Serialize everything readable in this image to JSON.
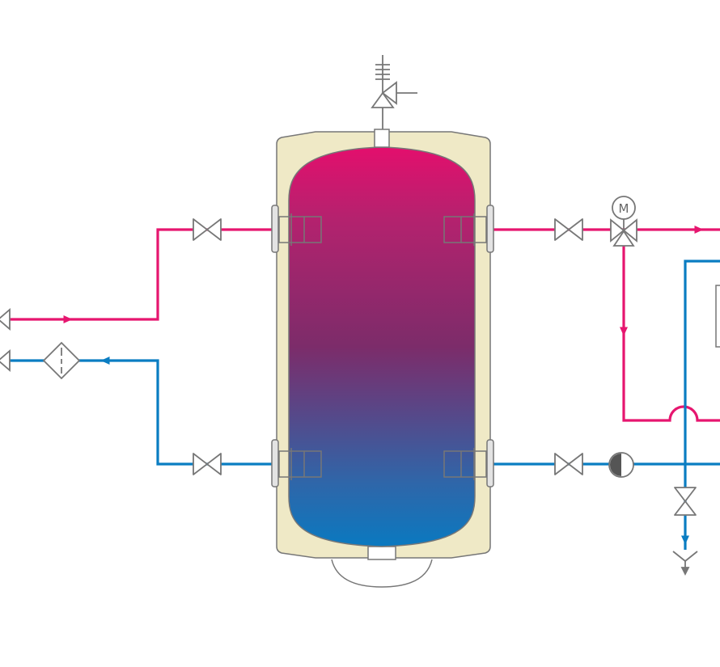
{
  "diagram": {
    "motor_label": "M",
    "components": [
      "buffer-tank",
      "safety-valve",
      "shutoff-valve",
      "three-way-mixing-valve",
      "motor-actuator",
      "circulation-pump",
      "dirt-filter",
      "drain-funnel",
      "flow-arrow"
    ]
  },
  "colors": {
    "hot": "#e6166f",
    "cold": "#0a7dc2",
    "insulation": "#efe9c6",
    "outline": "#777777",
    "gradient": [
      "#e30f6d",
      "#b4226e",
      "#7c2c6a",
      "#544a8b",
      "#2f66a9",
      "#0a79c0"
    ]
  }
}
